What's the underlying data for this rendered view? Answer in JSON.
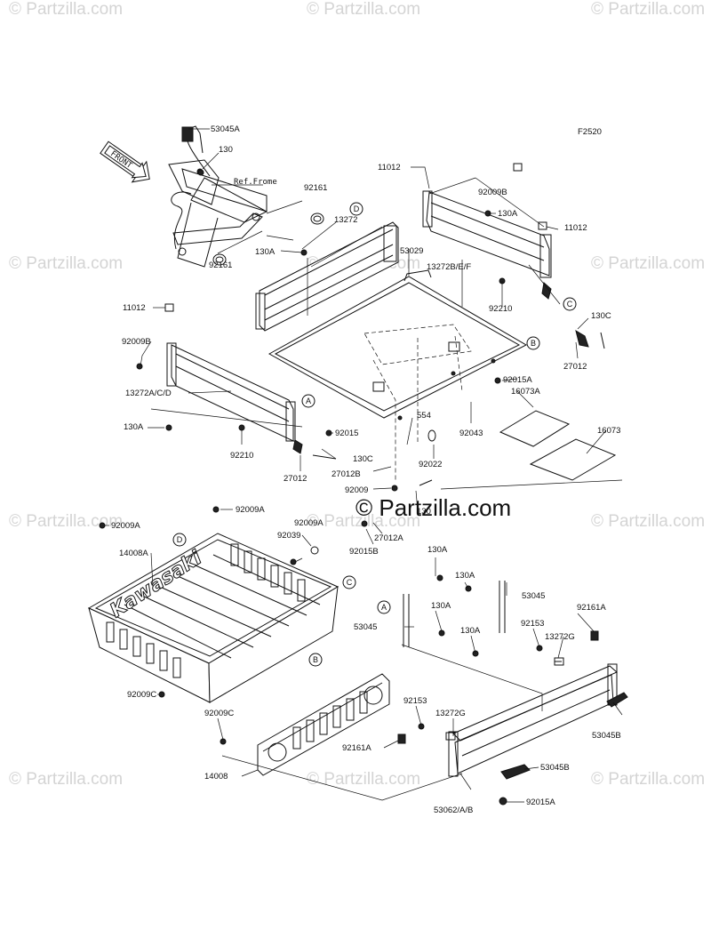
{
  "figure_code": "F2520",
  "front_arrow_label": "FRONT",
  "ref_frame_label": "Ref.Frome",
  "center_watermark": "© Partzilla.com",
  "watermark_text": "© Partzilla.com",
  "watermarks_small": [
    "© Partzilla.com",
    "© Partzilla.com",
    "© Partzilla.com",
    "© Partzilla.com",
    "© Partzilla.com",
    "© Partzilla.com",
    "© Partzilla.com",
    "© Partzilla.com",
    "© Partzilla.com",
    "© Partzilla.com",
    "© Partzilla.com",
    "© Partzilla.com"
  ],
  "ref_circles": [
    "D",
    "A",
    "B",
    "C",
    "D",
    "C",
    "B",
    "A"
  ],
  "part_labels": [
    "53045A",
    "130",
    "92161",
    "92161",
    "13272",
    "130A",
    "11012",
    "92009B",
    "130A",
    "11012",
    "53029",
    "13272B/E/F",
    "92210",
    "130C",
    "27012",
    "11012",
    "92009B",
    "13272A/C/D",
    "130A",
    "92210",
    "92015",
    "27012",
    "130C",
    "27012B",
    "92009",
    "92015A",
    "16073A",
    "16073",
    "92043",
    "554",
    "92022",
    "130",
    "27012A",
    "92015B",
    "92009A",
    "92009A",
    "14008A",
    "92039",
    "92009A",
    "130A",
    "130A",
    "53045",
    "130A",
    "53045",
    "130A",
    "92153",
    "92161A",
    "13272G",
    "53045B",
    "92009C",
    "92009C",
    "14008",
    "92153",
    "13272G",
    "92161A",
    "53045B",
    "53062/A/B",
    "92015A"
  ]
}
